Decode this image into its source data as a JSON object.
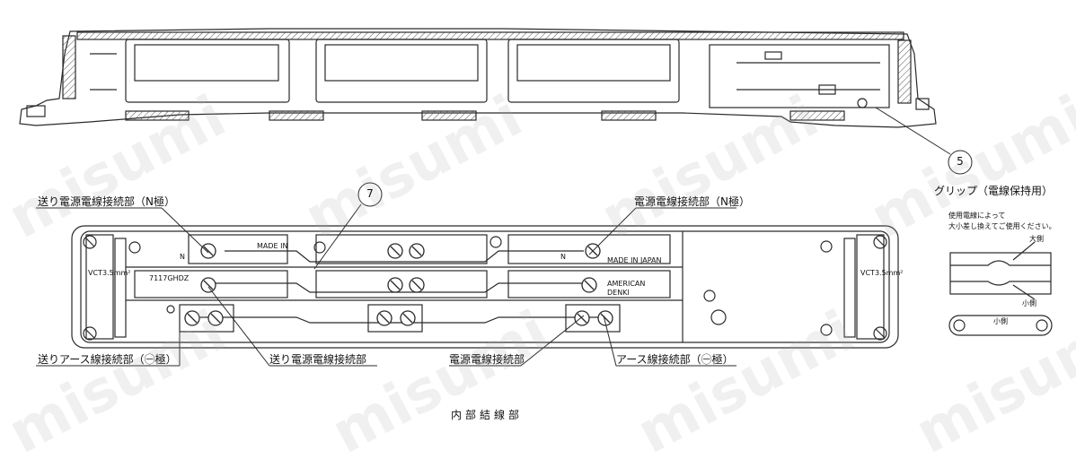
{
  "labels": {
    "send_power_n": "送り電源電線接続部（N極）",
    "power_n": "電源電線接続部（N極）",
    "send_earth": "送りアース線接続部（㊀極）",
    "send_power": "送り電源電線接続部",
    "power": "電源電線接続部",
    "earth": "アース線接続部（㊀極）",
    "grip": "グリップ（電線保持用）",
    "grip_note_1": "使用電線によって",
    "grip_note_2": "大小差し換えてご使用ください。",
    "large_side": "大側",
    "small_side": "小側",
    "caption": "内部結線部"
  },
  "callouts": {
    "c5": "5",
    "c7": "7"
  },
  "markings": {
    "n1": "N",
    "n2": "N",
    "made_in": "MADE IN",
    "made_in_japan": "MADE IN JAPAN",
    "american": "AMERICAN",
    "denki": "DENKI",
    "part_no": "7117GHDZ",
    "vct": "VCT3.5mm²",
    "grip_mark": "小側"
  },
  "watermark": "misumi",
  "colors": {
    "line": "#2a2a2a",
    "hatch": "#555555",
    "watermark": "#aaaaaa"
  }
}
